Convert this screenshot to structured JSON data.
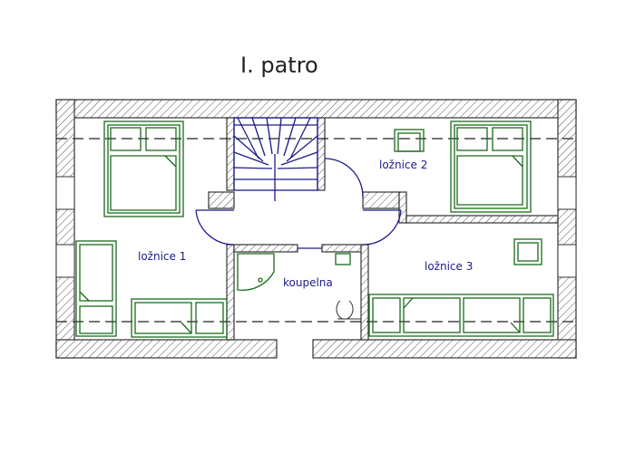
{
  "title": "I. patro",
  "rooms": {
    "loznice1": "ložnice 1",
    "loznice2": "ložnice 2",
    "loznice3": "ložnice 3",
    "koupelna": "koupelna"
  },
  "colors": {
    "walls": "#333333",
    "furniture": "#1a6b1a",
    "stairs_doors": "#1a1a8c",
    "labels": "#1a1a8c"
  }
}
